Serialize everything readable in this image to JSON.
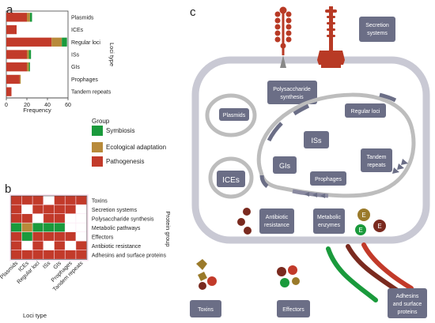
{
  "panel_a": {
    "letter": "a",
    "categories": [
      "Plasmids",
      "ICEs",
      "Regular loci",
      "ISs",
      "GIs",
      "Prophages",
      "Tandem repeats"
    ],
    "axis_title_y": "Loci type",
    "axis_title_x": "Frequency",
    "ticks": [
      "0",
      "20",
      "40",
      "60"
    ]
  },
  "legend": {
    "title": "Group",
    "items": [
      "Symbiosis",
      "Ecological adaptation",
      "Pathogenesis"
    ]
  },
  "panel_b": {
    "letter": "b",
    "rows": [
      "Toxins",
      "Secretion systems",
      "Polysaccharide synthesis",
      "Metabolic pathways",
      "Effectors",
      "Antibiotic resistance",
      "Adhesins and surface proteins"
    ],
    "cols": [
      "Plasmids",
      "ICEs",
      "Regular loci",
      "ISs",
      "GIs",
      "Prophages",
      "Tandem repeats"
    ],
    "axis_title_y": "Protein group",
    "axis_title_x": "Loci type"
  },
  "panel_c": {
    "letter": "c",
    "labels": {
      "secretion": [
        "Secretion",
        "systems"
      ],
      "polysaccharide": [
        "Polysaccharide",
        "synthesis"
      ],
      "plasmids": "Plasmids",
      "regular_loci": "Regular loci",
      "iss": "ISs",
      "gis": "GIs",
      "ices": "ICEs",
      "tandem": [
        "Tandem",
        "repeats"
      ],
      "prophages": "Prophages",
      "antibiotic": [
        "Antibiotic",
        "resistance"
      ],
      "metabolic": [
        "Metabolic",
        "enzymes"
      ],
      "toxins": "Toxins",
      "effectors": "Effectors",
      "adhesins": [
        "Adhesins",
        "and surface",
        "proteins"
      ],
      "enzyme_mark": "E"
    }
  },
  "colors": {
    "symbiosis": "#1a9a3c",
    "ecological": "#b88a3a",
    "pathogenesis": "#c23a2a",
    "label_box": "#6b6e86",
    "membrane": "#c9c9d4",
    "dna": "#bdbdbd"
  },
  "chart_data": [
    {
      "type": "bar",
      "orientation": "horizontal",
      "stacked": true,
      "categories": [
        "Plasmids",
        "ICEs",
        "Regular loci",
        "ISs",
        "GIs",
        "Prophages",
        "Tandem repeats"
      ],
      "series": [
        {
          "name": "Pathogenesis",
          "values": [
            20,
            10,
            44,
            20,
            20,
            13,
            5
          ]
        },
        {
          "name": "Ecological adaptation",
          "values": [
            3,
            0,
            10,
            2,
            2,
            1,
            0
          ]
        },
        {
          "name": "Symbiosis",
          "values": [
            2,
            0,
            5,
            2,
            1,
            0,
            0
          ]
        }
      ],
      "xlabel": "Frequency",
      "ylabel": "Loci type",
      "xlim": [
        0,
        60
      ],
      "xticks": [
        0,
        20,
        40,
        60
      ],
      "legend_title": "Group",
      "legend_position": "right"
    },
    {
      "type": "heatmap",
      "rows": [
        "Toxins",
        "Secretion systems",
        "Polysaccharide synthesis",
        "Metabolic pathways",
        "Effectors",
        "Antibiotic resistance",
        "Adhesins and surface proteins"
      ],
      "cols": [
        "Plasmids",
        "ICEs",
        "Regular loci",
        "ISs",
        "GIs",
        "Prophages",
        "Tandem repeats"
      ],
      "cell_groups": [
        [
          "Pathogenesis",
          "Pathogenesis",
          "Pathogenesis",
          "none",
          "Pathogenesis",
          "Pathogenesis",
          "Pathogenesis"
        ],
        [
          "Pathogenesis",
          "none",
          "Pathogenesis",
          "Pathogenesis",
          "Pathogenesis",
          "Pathogenesis",
          "none"
        ],
        [
          "Pathogenesis",
          "Pathogenesis",
          "none",
          "Pathogenesis",
          "Pathogenesis",
          "none",
          "none"
        ],
        [
          "Symbiosis",
          "Ecological adaptation",
          "Symbiosis",
          "Symbiosis",
          "Symbiosis",
          "none",
          "none"
        ],
        [
          "Pathogenesis",
          "Symbiosis",
          "Pathogenesis",
          "Pathogenesis",
          "Pathogenesis",
          "Pathogenesis",
          "none"
        ],
        [
          "Pathogenesis",
          "none",
          "Pathogenesis",
          "none",
          "Pathogenesis",
          "none",
          "Pathogenesis"
        ],
        [
          "Pathogenesis",
          "Pathogenesis",
          "Pathogenesis",
          "Pathogenesis",
          "Pathogenesis",
          "Pathogenesis",
          "Pathogenesis"
        ]
      ],
      "xlabel": "Loci type",
      "ylabel": "Protein group"
    }
  ]
}
